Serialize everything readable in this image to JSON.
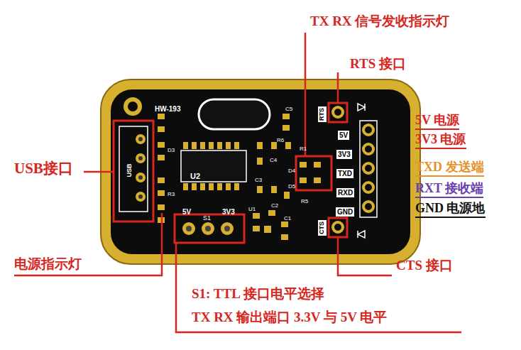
{
  "diagram": {
    "labels": [
      "TX RX 信号发收指示灯",
      "RTS 接口",
      "HW-193",
      "C5",
      "RTS",
      "5V",
      "3V3",
      "TXD",
      "RXD",
      "GND",
      "CTS",
      "5V 电源",
      "3V3 电源",
      "TXD 发送端",
      "RXT 接收端",
      "GND 电源地",
      "USB接口",
      "USB",
      "U2",
      "5V",
      "S1",
      "3V3",
      "U1",
      "C1",
      "C2",
      "C3",
      "C4",
      "R6",
      "R1",
      "D4",
      "D5",
      "R5",
      "D3",
      "R3",
      "电源指示灯",
      "CTS 接口",
      "S1: TTL 接口电平选择",
      "TX RX 输出端口 3.3V 与 5V 电平"
    ]
  }
}
